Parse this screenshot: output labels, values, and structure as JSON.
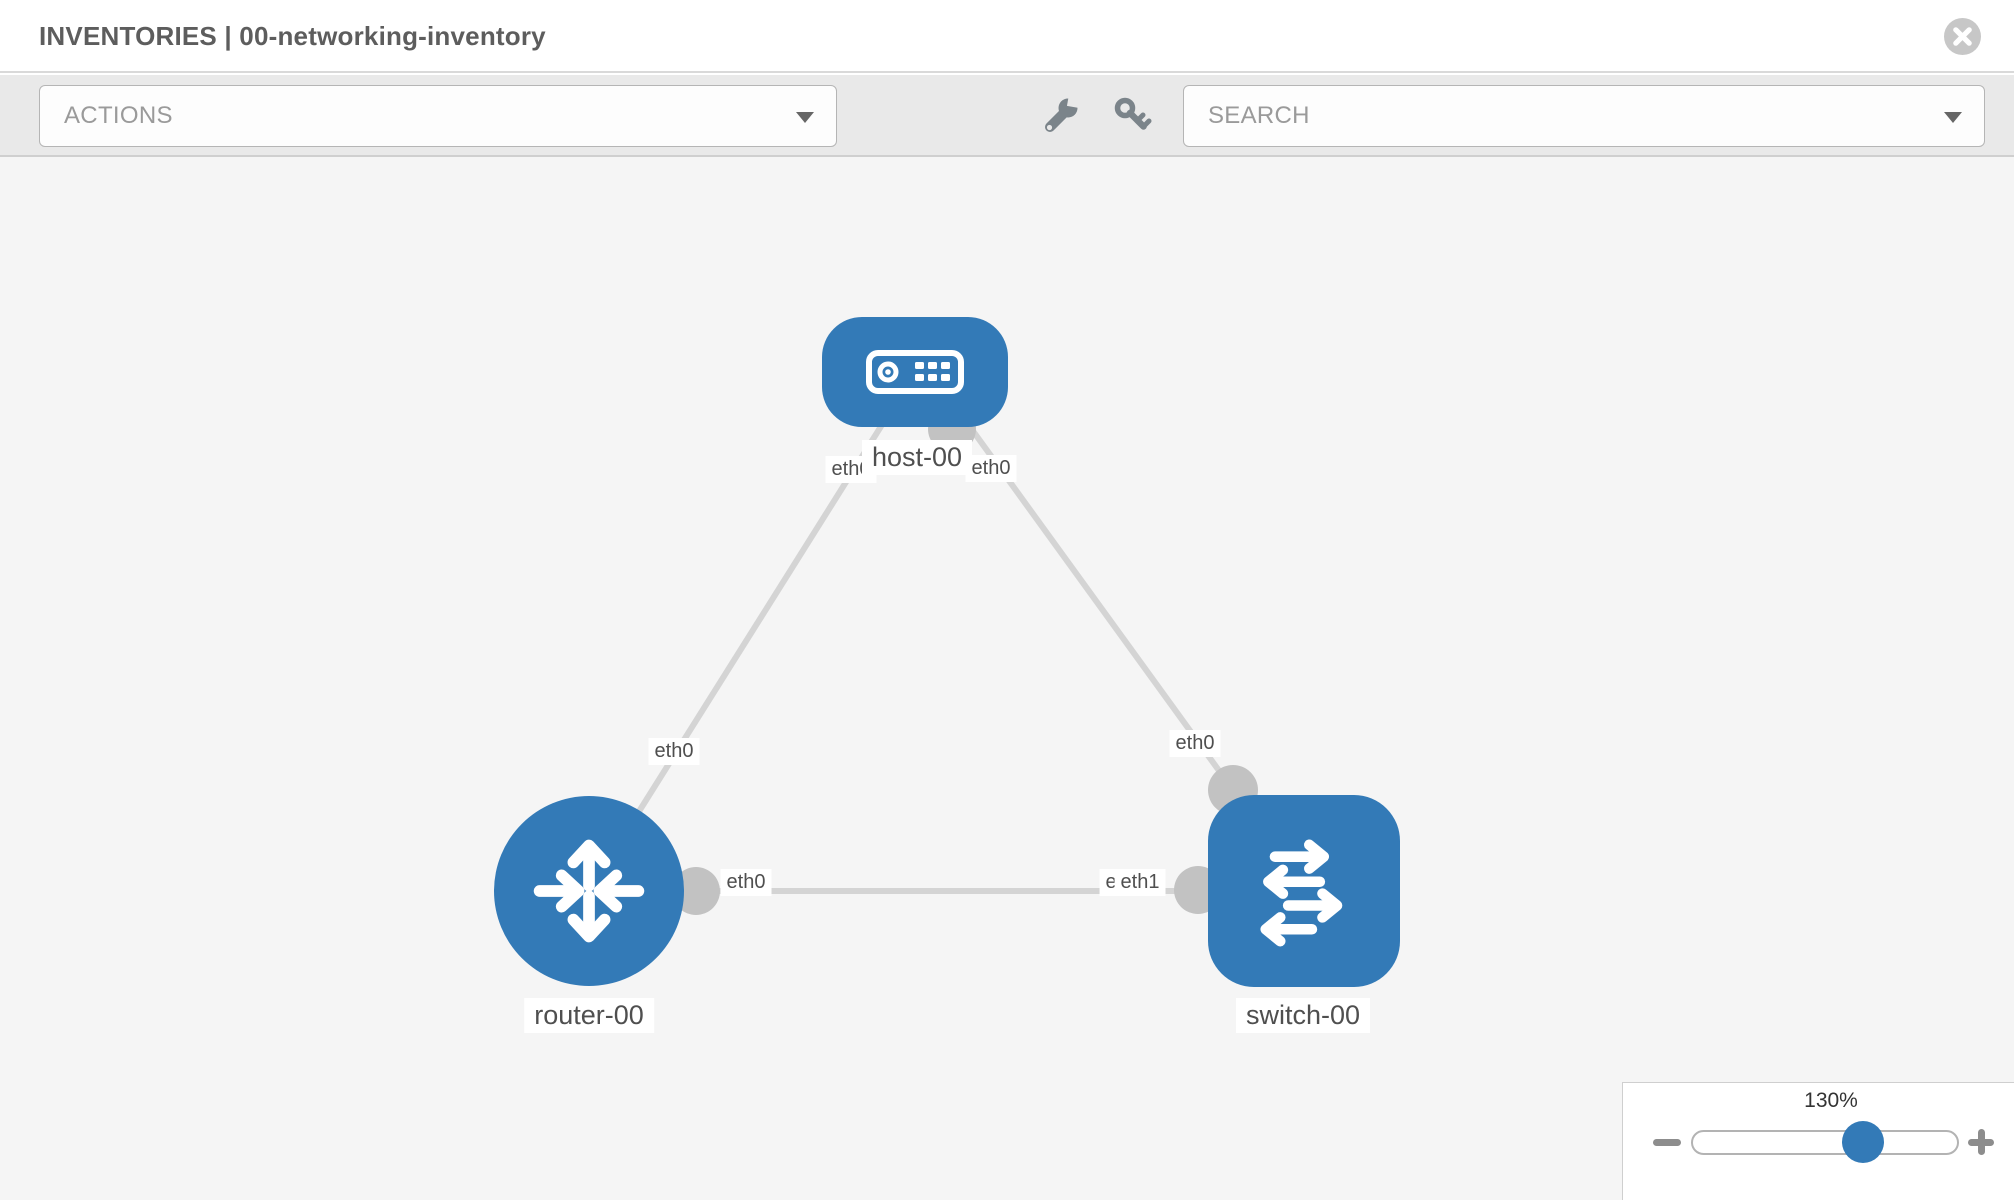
{
  "header": {
    "title": "INVENTORIES | 00-networking-inventory"
  },
  "toolbar": {
    "actions_label": "ACTIONS",
    "search_label": "SEARCH",
    "icons": [
      "wrench-icon",
      "key-icon"
    ]
  },
  "topology": {
    "nodes": [
      {
        "id": "host-00",
        "label": "host-00",
        "type": "host"
      },
      {
        "id": "router-00",
        "label": "router-00",
        "type": "router"
      },
      {
        "id": "switch-00",
        "label": "switch-00",
        "type": "switch"
      }
    ],
    "links": [
      {
        "from": "router-00",
        "to": "host-00",
        "from_interface": "eth0",
        "to_interface": "eth0"
      },
      {
        "from": "switch-00",
        "to": "host-00",
        "from_interface": "eth0",
        "to_interface": "eth0"
      },
      {
        "from": "router-00",
        "to": "switch-00",
        "from_interface": "eth0",
        "to_interface": "eth1",
        "to_interface_under": "eth0"
      }
    ]
  },
  "zoom_control": {
    "level": "130%",
    "percent": 130
  },
  "colors": {
    "node_blue": "#337ab7",
    "link_gray": "#d4d4d4",
    "dot_gray": "#c2c2c2",
    "canvas_bg": "#f5f5f5",
    "toolbar_bg": "#e9e9e9"
  }
}
